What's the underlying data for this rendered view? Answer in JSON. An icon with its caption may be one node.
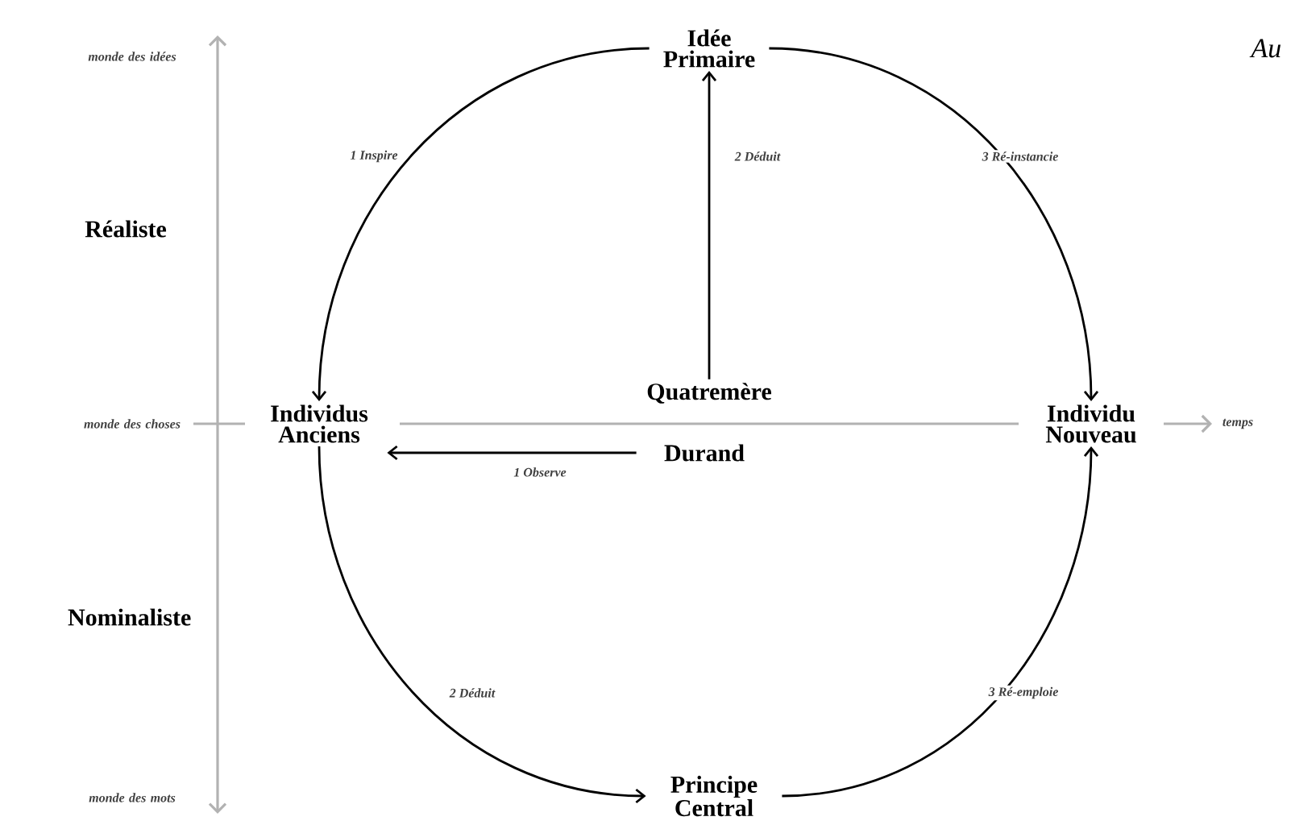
{
  "diagram": {
    "nodes": [
      {
        "text": [
          "Idée Primaire"
        ]
      },
      {
        "text": [
          "Individus Anciens"
        ]
      },
      {
        "text": [
          "Quatremère"
        ]
      },
      {
        "text": [
          "Durand"
        ]
      },
      {
        "text": [
          "Individu Nouveau"
        ]
      },
      {
        "text": [
          "Principe Central"
        ]
      }
    ],
    "edges": [
      {
        "from": 0,
        "to": 1,
        "arrow": "to",
        "label": "1 Inspire"
      },
      {
        "from": 2,
        "to": 0,
        "arrow": "to",
        "label": "2 Déduit"
      },
      {
        "from": 0,
        "to": 4,
        "arrow": "to",
        "label": "3 Ré-instancie"
      },
      {
        "from": 3,
        "to": 1,
        "arrow": "to",
        "label": "1 Observe"
      },
      {
        "from": 1,
        "to": 5,
        "arrow": "to",
        "label": "2 Déduit"
      },
      {
        "from": 5,
        "to": 4,
        "arrow": "to",
        "label": "3 Ré-emploie"
      }
    ],
    "labels": [
      "monde des idées",
      "Au",
      "Réaliste",
      "monde des choses",
      "temps",
      "Nominaliste",
      "monde des mots"
    ]
  }
}
